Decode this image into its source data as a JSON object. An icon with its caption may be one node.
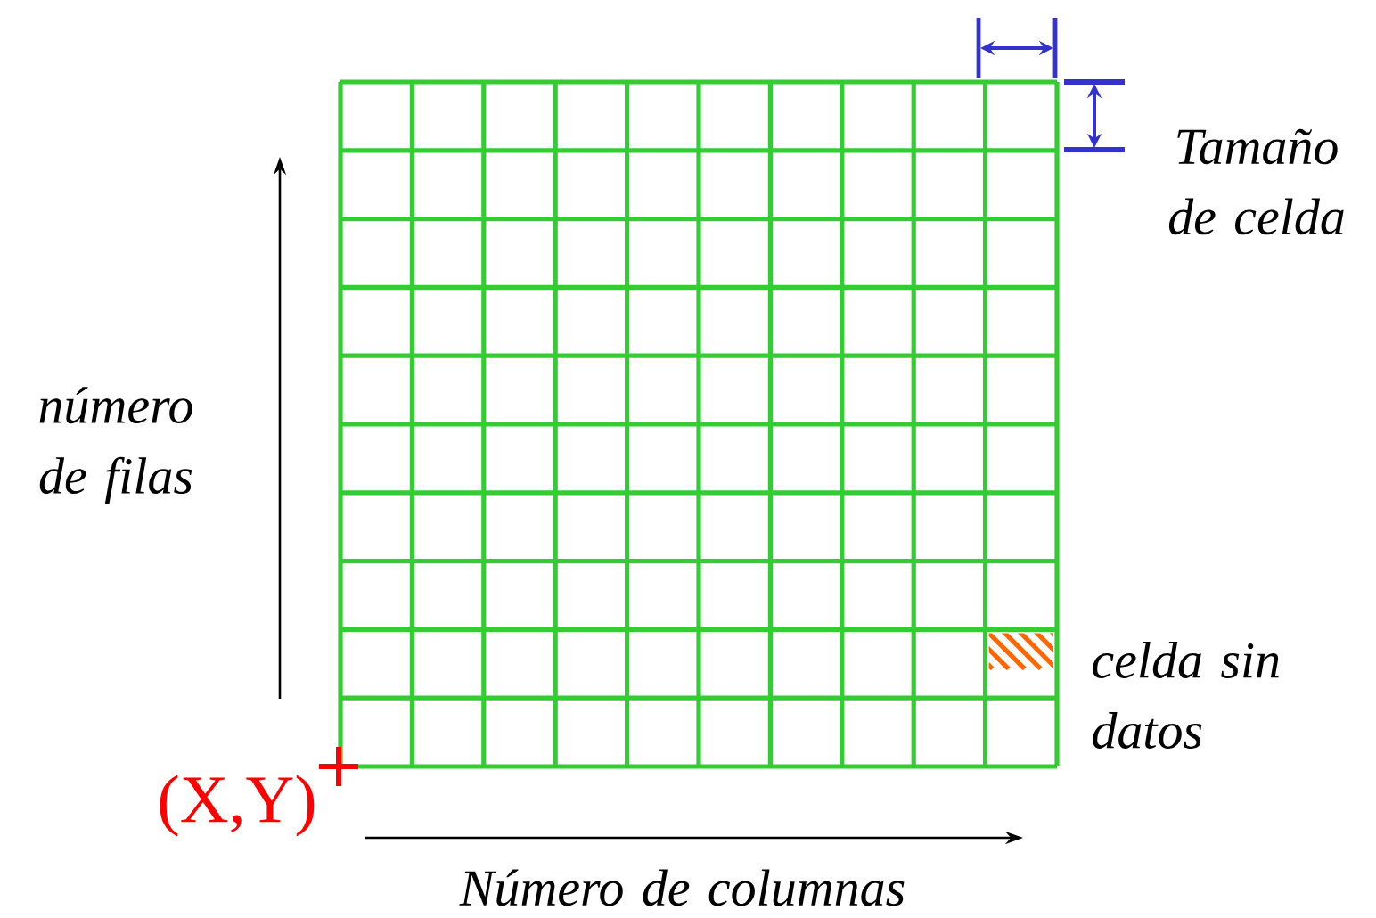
{
  "diagram": {
    "labels": [
      "Tamaño de celda",
      "número de filas",
      "celda sin datos",
      "(X,Y)",
      "Número de columnas"
    ]
  }
}
